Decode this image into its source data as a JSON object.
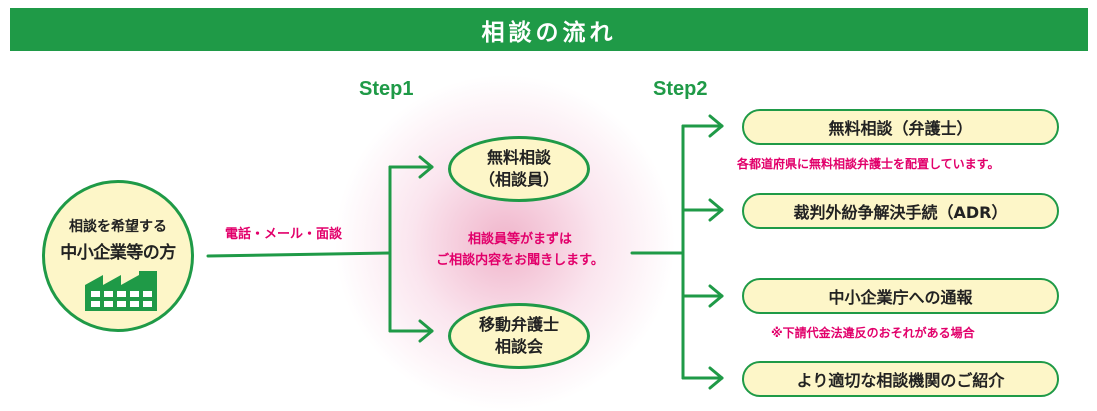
{
  "banner": {
    "title": "相談の流れ"
  },
  "steps": {
    "step1": "Step1",
    "step2": "Step2"
  },
  "requester": {
    "line1": "相談を希望する",
    "line2": "中小企業等の方",
    "icon": "factory-icon"
  },
  "contact_methods": "電話・メール・面談",
  "step1_options": [
    {
      "line1": "無料相談",
      "line2": "（相談員）"
    },
    {
      "line1": "移動弁護士",
      "line2": "相談会"
    }
  ],
  "center_note": {
    "line1": "相談員等がまずは",
    "line2": "ご相談内容をお聞きします。"
  },
  "step2_options": [
    {
      "label": "無料相談（弁護士）",
      "note": "各都道府県に無料相談弁護士を配置しています。"
    },
    {
      "label": "裁判外紛争解決手続（ADR）"
    },
    {
      "label": "中小企業庁への通報",
      "note": "※下請代金法違反のおそれがある場合"
    },
    {
      "label": "より適切な相談機関のご紹介"
    }
  ],
  "colors": {
    "green": "#1f9a47",
    "cream": "#fdf6c8",
    "pink": "#e2006b"
  }
}
